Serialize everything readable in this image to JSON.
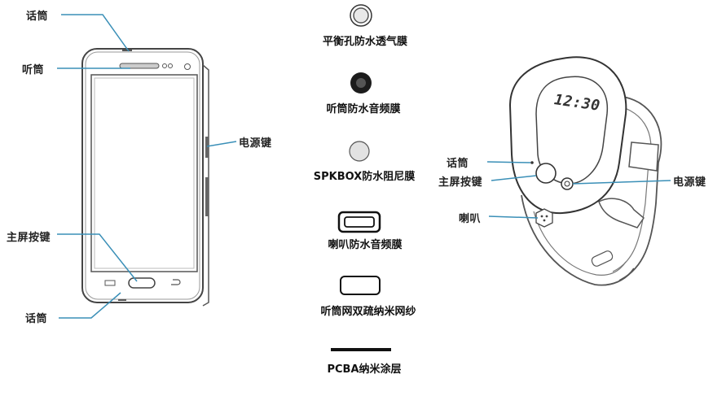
{
  "phone": {
    "labels": {
      "mic_top": "话筒",
      "earpiece": "听筒",
      "power_key": "电源键",
      "home_key": "主屏按键",
      "mic_bottom": "话筒"
    }
  },
  "legend": {
    "items": [
      {
        "icon": "balance-hole-icon",
        "label": "平衡孔防水透气膜"
      },
      {
        "icon": "earpiece-membrane-icon",
        "label": "听筒防水音频膜"
      },
      {
        "icon": "spkbox-membrane-icon",
        "label": "SPKBOX防水阻尼膜"
      },
      {
        "icon": "speaker-membrane-icon",
        "label": "喇叭防水音频膜"
      },
      {
        "icon": "earpiece-mesh-icon",
        "label": "听筒网双疏纳米网纱"
      },
      {
        "icon": "pcba-coating-icon",
        "label": "PCBA纳米涂层"
      }
    ]
  },
  "watch": {
    "time": "12:30",
    "labels": {
      "mic": "话筒",
      "home_key": "主屏按键",
      "power_key": "电源键",
      "speaker": "喇叭"
    }
  },
  "colors": {
    "leader": "#3a8fb7",
    "outline": "#444444"
  }
}
